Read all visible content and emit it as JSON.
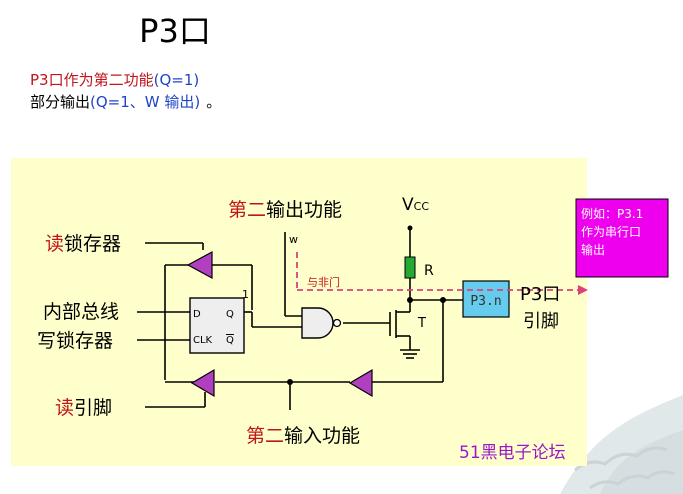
{
  "slide": {
    "title": "P3口",
    "line1": {
      "pre": "P3口作为第二功能",
      "paren": "(Q=1)"
    },
    "line2": {
      "pre": "部分输出",
      "paren": "(Q=1、W 输出)",
      "post": "。"
    }
  },
  "diagram": {
    "labels": {
      "read_latch": {
        "accent": "读",
        "rest": "锁存器"
      },
      "internal_bus": "内部总线",
      "write_latch": "写锁存器",
      "read_pin": {
        "accent": "读",
        "rest": "引脚"
      },
      "second_output": {
        "accent": "第二",
        "rest": "输出功能"
      },
      "second_input": {
        "accent": "第二",
        "rest": "输入功能"
      },
      "vcc": {
        "main": "V",
        "sub": "CC"
      },
      "resistor": "R",
      "transistor": "T",
      "w": "w",
      "nand_note": "与非门",
      "pin_box": "P3.n",
      "pin_label": {
        "line1": "P3口",
        "line2": "引脚"
      },
      "ff_d": "D",
      "ff_q": "Q",
      "ff_clk": "CLK",
      "ff_qbar": "Q",
      "one": "1"
    },
    "note": {
      "line1": "例如：P3.1",
      "line2": "作为串行口",
      "line3": "输出"
    },
    "watermark": {
      "num": "51",
      "text": "黑电子论坛"
    }
  },
  "colors": {
    "panel": "#ffffcc",
    "accent_red": "#c0141e",
    "blue": "#2046c8",
    "triangle": "#b040c0",
    "pin_box": "#66ccee",
    "note_bg": "#ee00ee",
    "dashed": "#e0407a",
    "watermark": "#9a18c8"
  }
}
